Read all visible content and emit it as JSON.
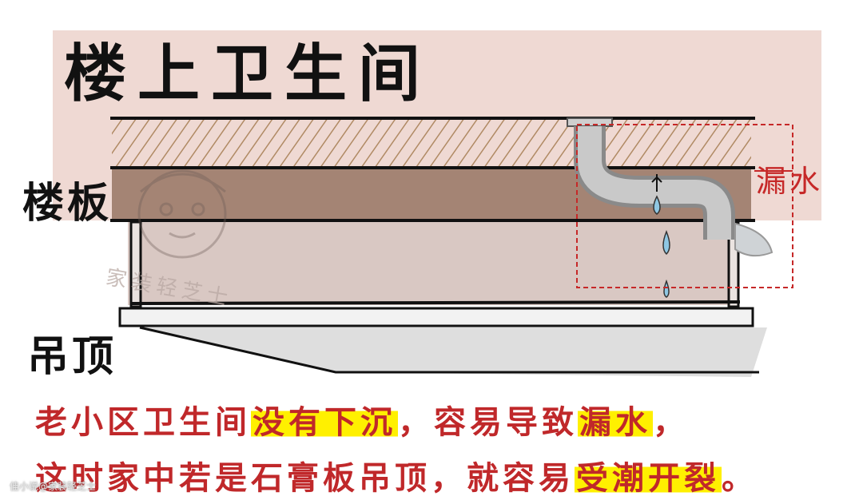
{
  "labels": {
    "title": "楼上卫生间",
    "slab": "楼板",
    "ceiling": "吊顶",
    "leak": "漏水"
  },
  "caption": {
    "line1": {
      "a": "老小区卫生间",
      "hl1": "没有下沉",
      "b": "，容易导致",
      "hl2": "漏水",
      "c": "，"
    },
    "line2": {
      "a": "这时家中若是石膏板吊顶，就容易",
      "hl1": "受潮开裂",
      "b": "。"
    }
  },
  "watermark": {
    "text": "家装轻芝士",
    "source": "佳小说@家装轻芝士"
  },
  "colors": {
    "floor_pink": "#efd9d3",
    "slab_brown": "#a48474",
    "hatch": "#b08a64",
    "ceiling_void": "#d9c8c3",
    "leak_red": "#c62828",
    "caption_red": "#c0282a",
    "highlight": "#fff000",
    "water": "#8fc7e3"
  }
}
